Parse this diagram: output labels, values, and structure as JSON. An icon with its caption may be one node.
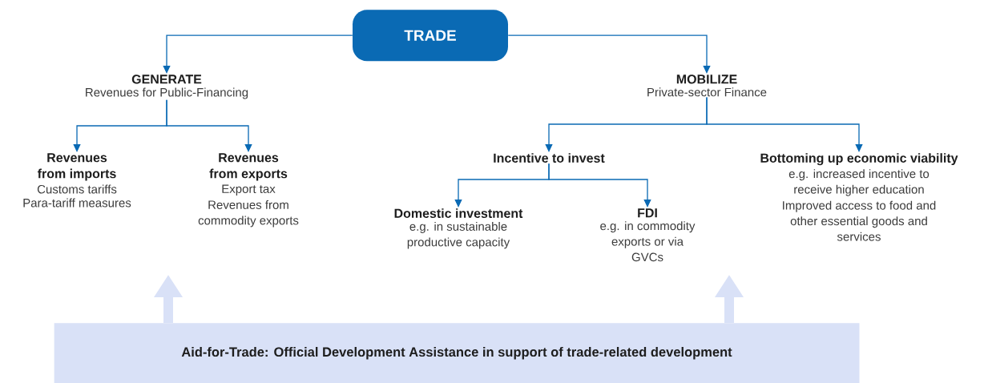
{
  "diagram": {
    "nodes": [
      {
        "text": [
          "TRADE"
        ]
      },
      {
        "text": [
          "GENERATE",
          "Revenues for Public-Financing"
        ]
      },
      {
        "text": [
          "Revenues from imports",
          "Customs tariffs",
          "Para-tariff measures"
        ]
      },
      {
        "text": [
          "Revenues from exports",
          "Export tax",
          "Revenues from commodity exports"
        ]
      },
      {
        "text": [
          "MOBILIZE",
          "Private-sector Finance"
        ]
      },
      {
        "text": [
          "Incentive to invest"
        ]
      },
      {
        "text": [
          "Bottoming up economic viability",
          "e.g. increased incentive to receive higher education",
          "Improved access to food and other essential goods and services"
        ]
      },
      {
        "text": [
          "Domestic investment",
          "e.g. in sustainable productive capacity"
        ]
      },
      {
        "text": [
          "FDI",
          "e.g. in commodity exports or via GVCs"
        ]
      },
      {
        "text": [
          "Aid-for-Trade: Official Development Assistance in support of trade-related development"
        ]
      }
    ],
    "edges": [
      {
        "from": 0,
        "to": 1,
        "arrow": "to"
      },
      {
        "from": 0,
        "to": 4,
        "arrow": "to"
      },
      {
        "from": 1,
        "to": 2,
        "arrow": "to"
      },
      {
        "from": 1,
        "to": 3,
        "arrow": "to"
      },
      {
        "from": 4,
        "to": 5,
        "arrow": "to"
      },
      {
        "from": 4,
        "to": 6,
        "arrow": "to"
      },
      {
        "from": 5,
        "to": 7,
        "arrow": "to"
      },
      {
        "from": 5,
        "to": 8,
        "arrow": "to"
      },
      {
        "from": 9,
        "to": null,
        "arrow": "to",
        "style": "thick",
        "color": "#d9e1f7"
      },
      {
        "from": 9,
        "to": null,
        "arrow": "to",
        "style": "thick",
        "color": "#d9e1f7"
      }
    ]
  }
}
